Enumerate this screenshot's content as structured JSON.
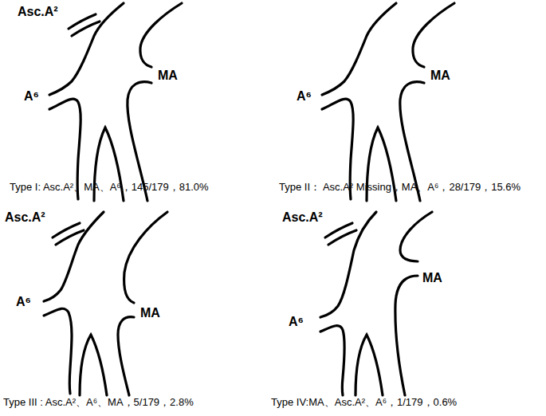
{
  "diagram": {
    "labels": [
      "Asc.A²",
      "A⁶",
      "MA",
      "Type I: Asc.A²、MA、A⁶，145/179，81.0%",
      "A⁶",
      "MA",
      "Type II： Asc.A² Missing，MA、A⁶，28/179，15.6%",
      "Asc.A²",
      "A⁶",
      "MA",
      "Type III : Asc.A²、A⁶、MA，5/179，2.8%",
      "Asc.A²",
      "MA",
      "A⁶",
      "Type IV:MA、Asc.A²、A⁶，1/179，0.6%"
    ]
  }
}
